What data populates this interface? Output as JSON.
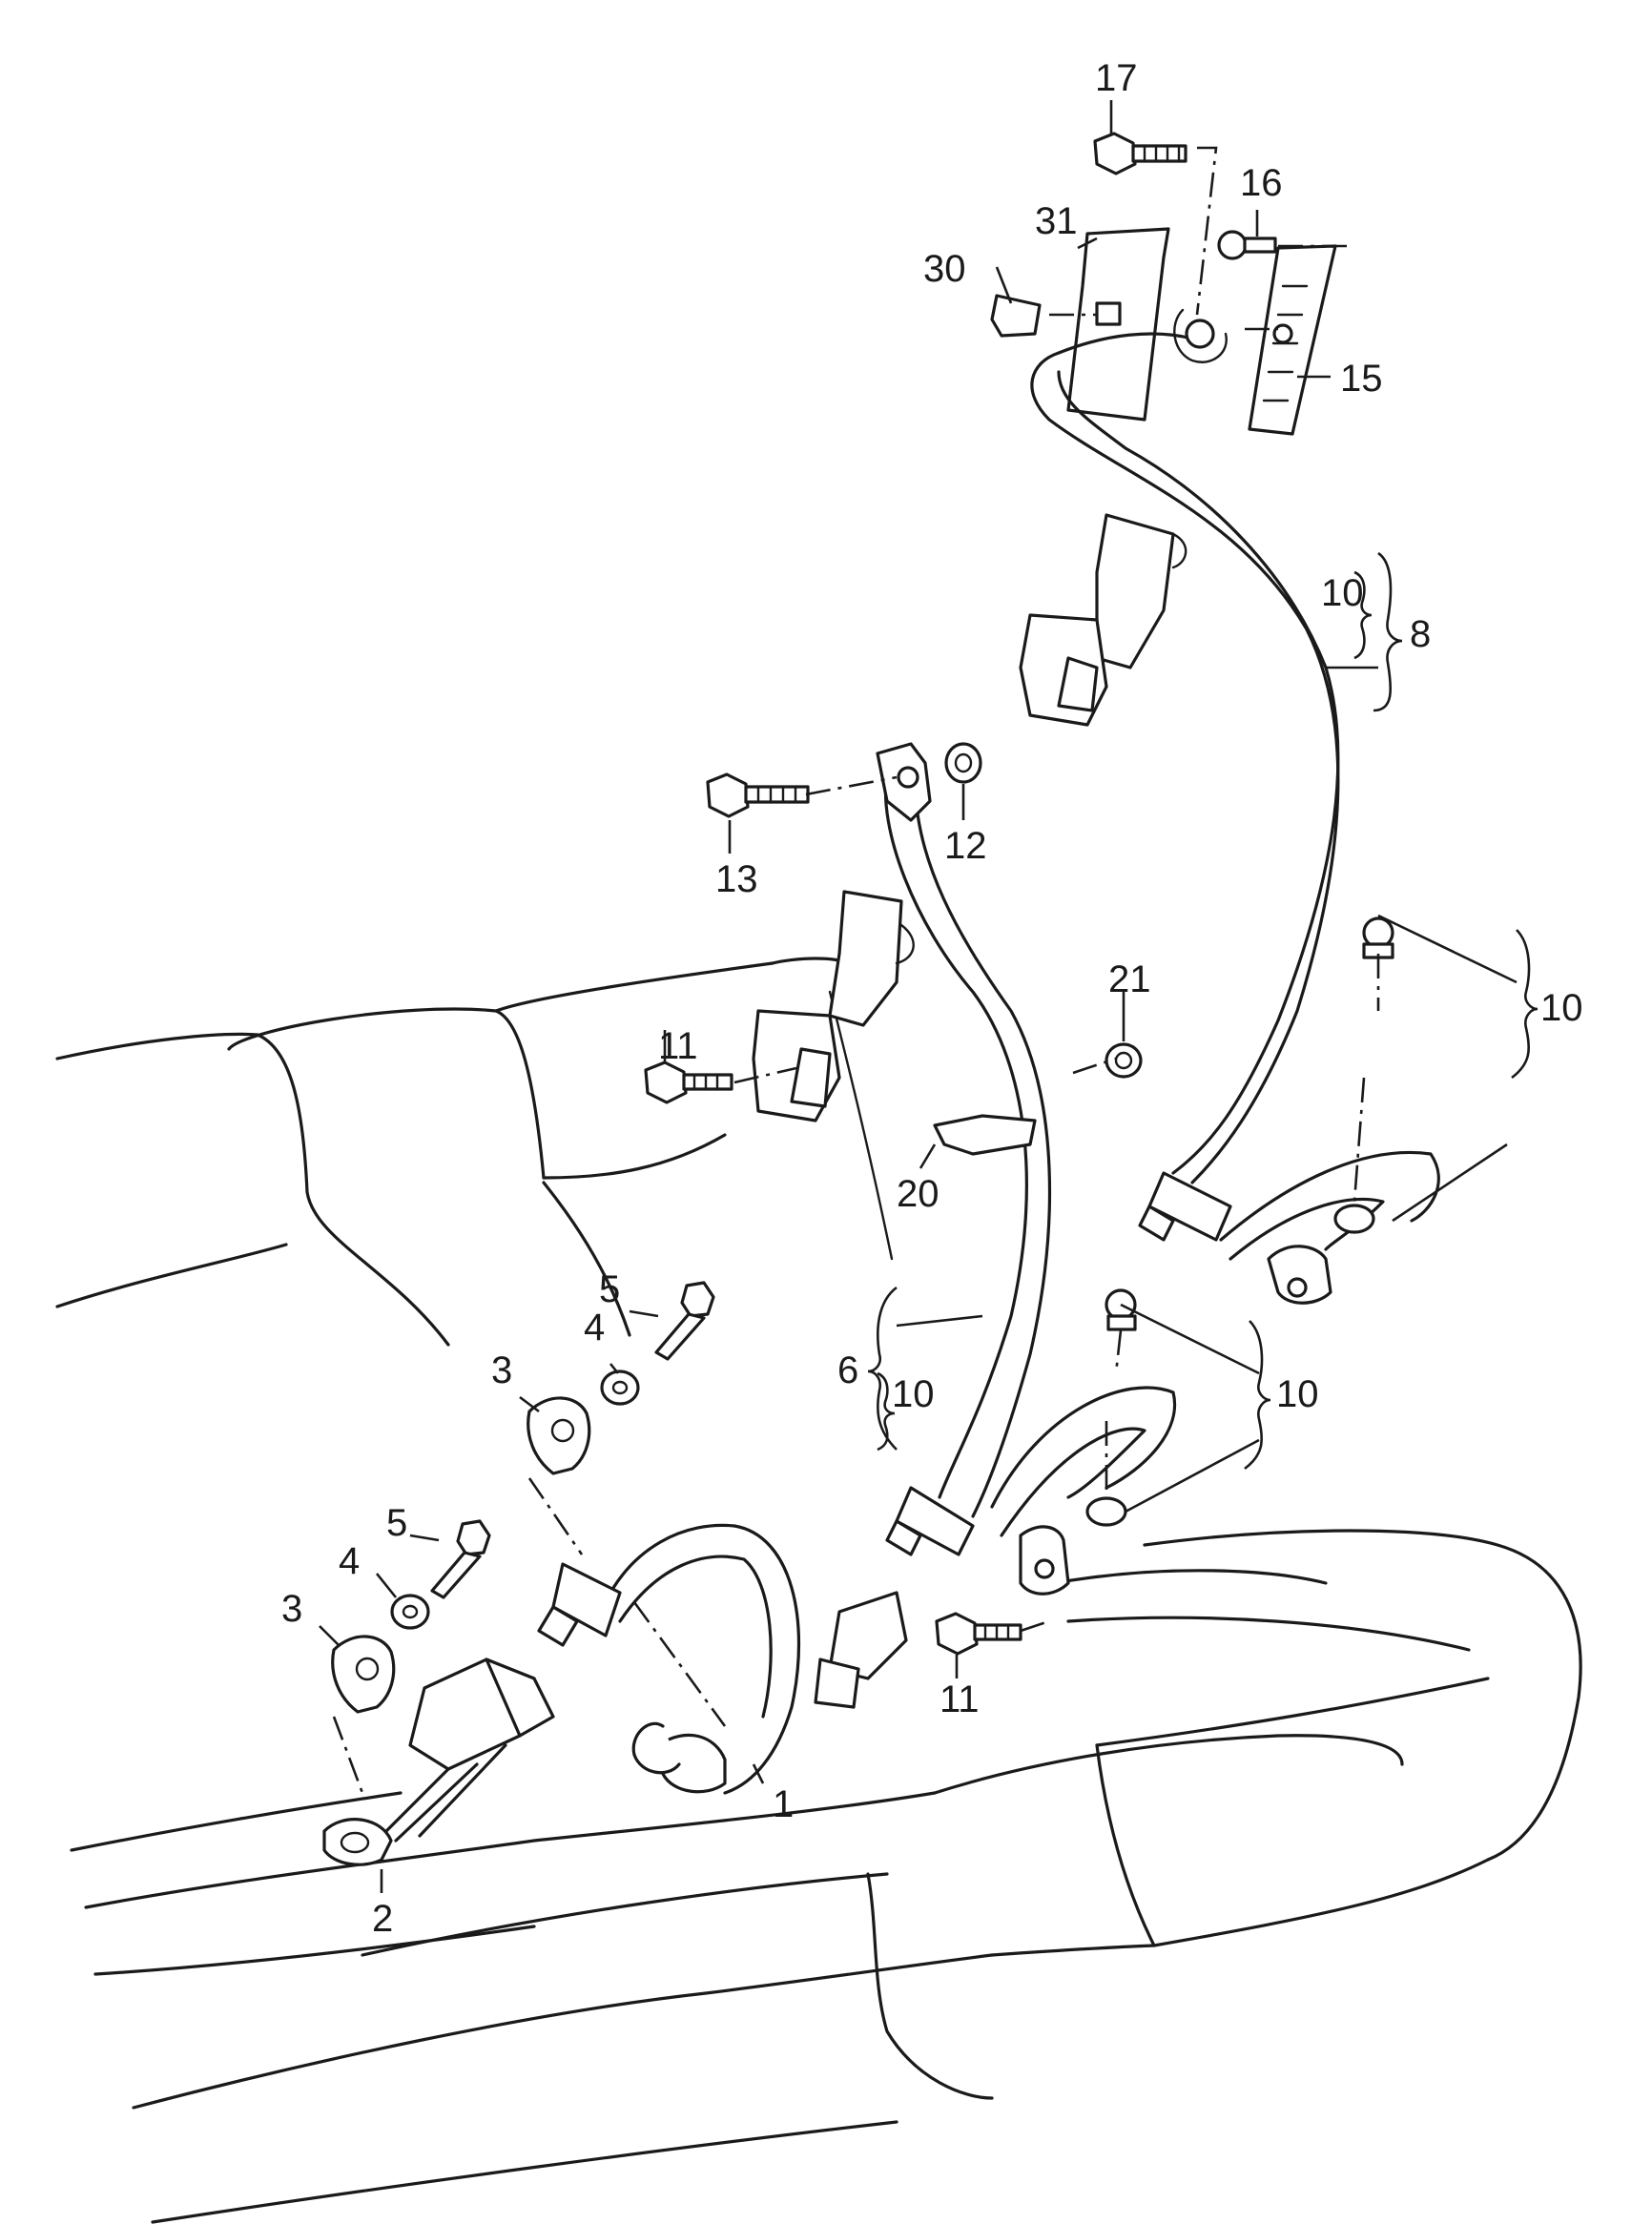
{
  "callouts": {
    "c1": "1",
    "c2": "2",
    "c3a": "3",
    "c3b": "3",
    "c4a": "4",
    "c4b": "4",
    "c5a": "5",
    "c5b": "5",
    "c6": "6",
    "c8": "8",
    "c10a": "10",
    "c10b": "10",
    "c10c": "10",
    "c10d": "10",
    "c11a": "11",
    "c11b": "11",
    "c12": "12",
    "c13": "13",
    "c15": "15",
    "c16": "16",
    "c17": "17",
    "c20": "20",
    "c21": "21",
    "c30": "30",
    "c31": "31"
  }
}
